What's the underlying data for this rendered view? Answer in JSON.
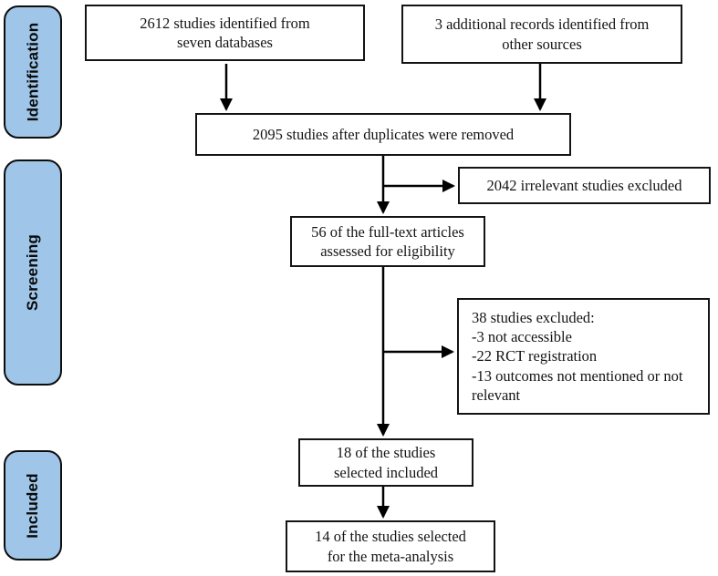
{
  "figure": {
    "stages": [
      {
        "label": "Identification"
      },
      {
        "label": "Screening"
      },
      {
        "label": "Included"
      }
    ],
    "boxes": {
      "identified": {
        "line1": "2612 studies identified from",
        "line2": "seven databases"
      },
      "additional": {
        "line1": "3 additional records identified from",
        "line2": "other sources"
      },
      "deduplicated": {
        "line1": "2095 studies after duplicates were removed"
      },
      "irrelevant_excluded": {
        "line1": "2042 irrelevant studies excluded"
      },
      "fulltext_assessed": {
        "line1": "56 of the full-text articles",
        "line2": "assessed for eligibility"
      },
      "studies_excluded": {
        "line1": "38 studies excluded:",
        "line2": "-3 not accessible",
        "line3": "-22 RCT registration",
        "line4": "-13 outcomes not mentioned or not relevant"
      },
      "selected_included": {
        "line1": "18 of the studies",
        "line2": "selected included"
      },
      "meta_analysis": {
        "line1": "14 of the studies selected",
        "line2": "for the meta-analysis"
      }
    },
    "colors": {
      "stage_fill": "#9FC5E8",
      "box_border": "#000000",
      "arrow": "#000000",
      "background": "#FFFFFF",
      "text": "#000000"
    }
  }
}
